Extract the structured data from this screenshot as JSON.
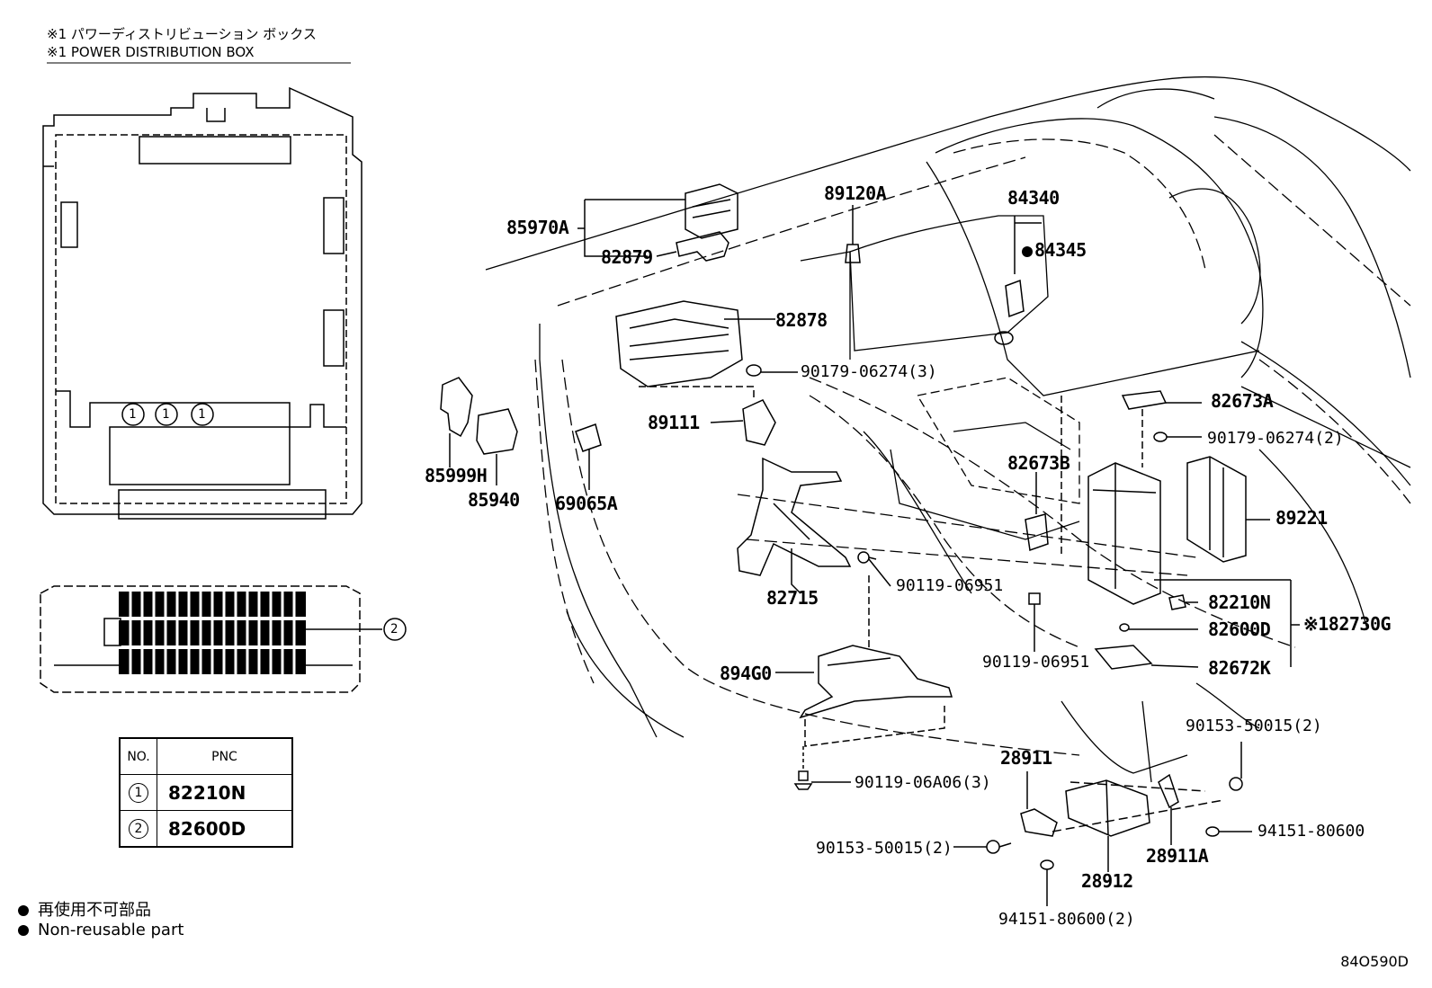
{
  "header": {
    "line_jp": "※1 パワーディストリビューション ボックス",
    "line_en": "※1 POWER DISTRIBUTION BOX"
  },
  "callouts": {
    "one": "1",
    "two": "2"
  },
  "table": {
    "col_no": "NO.",
    "col_pnc": "PNC",
    "rows": [
      {
        "no": "1",
        "pnc": "82210N"
      },
      {
        "no": "2",
        "pnc": "82600D"
      }
    ]
  },
  "parts": {
    "p85970A": "85970A",
    "p82879": "82879",
    "p89120A": "89120A",
    "p84340": "84340",
    "p84345": "84345",
    "p82878": "82878",
    "p90179_3": "90179-06274(3)",
    "p82673A": "82673A",
    "p90179_2": "90179-06274(2)",
    "p89111": "89111",
    "p85999H": "85999H",
    "p85940": "85940",
    "p69065A": "69065A",
    "p82673B": "82673B",
    "p89221": "89221",
    "p90119_a": "90119-06951",
    "p82715": "82715",
    "p82210N": "82210N",
    "p82730G": "※182730G",
    "p82600D": "82600D",
    "p90119_b": "90119-06951",
    "p82672K": "82672K",
    "p894G0": "894G0",
    "p90153_a": "90153-50015(2)",
    "p28911": "28911",
    "p90119_06A06": "90119-06A06(3)",
    "p94151_a": "94151-80600",
    "p90153_b": "90153-50015(2)",
    "p28911A": "28911A",
    "p28912": "28912",
    "p94151_b": "94151-80600(2)"
  },
  "legend": {
    "jp": "再使用不可部品",
    "en": "Non-reusable part"
  },
  "illustration_code": "84O590D"
}
